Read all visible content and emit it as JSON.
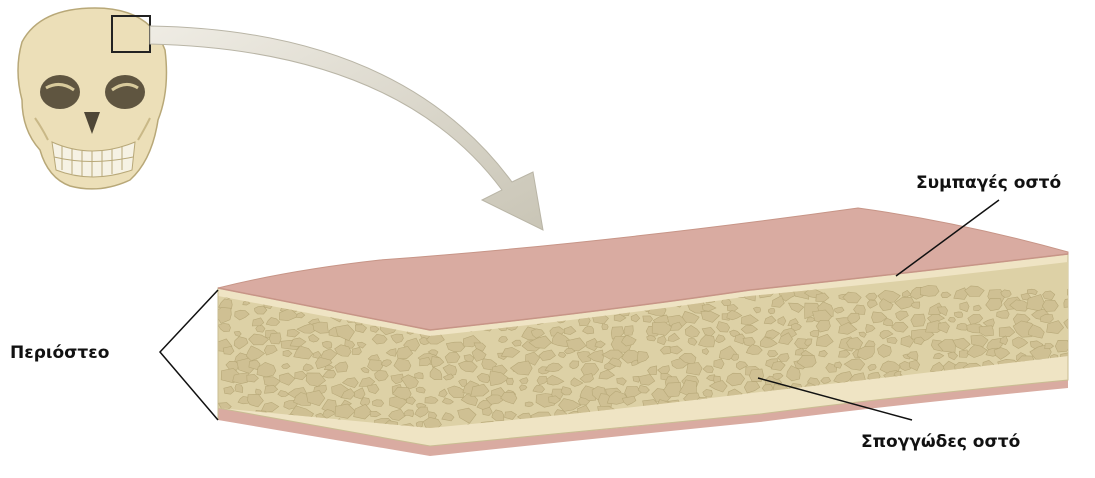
{
  "labels": {
    "compact_bone": "Συμπαγές οστό",
    "periosteum": "Περιόστεο",
    "spongy_bone": "Σπογγώδες οστό"
  },
  "icons": [
    "skull-icon",
    "selection-box-icon",
    "curved-arrow-icon"
  ],
  "colors": {
    "periosteum": "#d9aba1",
    "compact_bone": "#efe4c4",
    "spongy_bone": "#ddd1a6",
    "trabecula_cavity": "#cfc093",
    "skull": "#ecdfb8",
    "arrow": "#d3d0c4"
  }
}
